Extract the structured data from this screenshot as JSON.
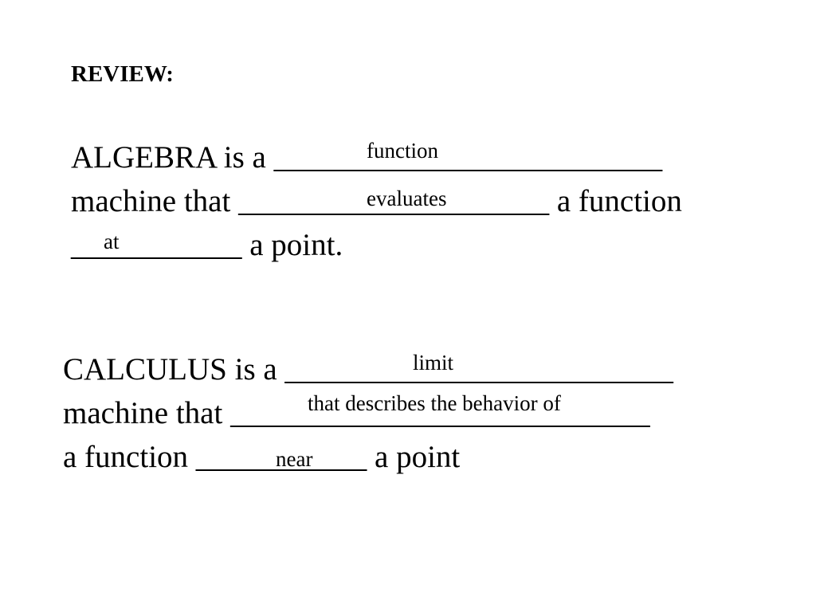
{
  "heading": "REVIEW:",
  "algebra": {
    "line1": "ALGEBRA is a _________________________",
    "line2": "machine that ____________________ a function",
    "line3": "___________ a point.",
    "answers": [
      "function",
      "evaluates",
      "at"
    ]
  },
  "calculus": {
    "line1": "CALCULUS is a _________________________",
    "line2": "machine that ___________________________",
    "line3": "a function ___________ a point",
    "answers": [
      "limit",
      "that describes the behavior of",
      "near"
    ]
  }
}
